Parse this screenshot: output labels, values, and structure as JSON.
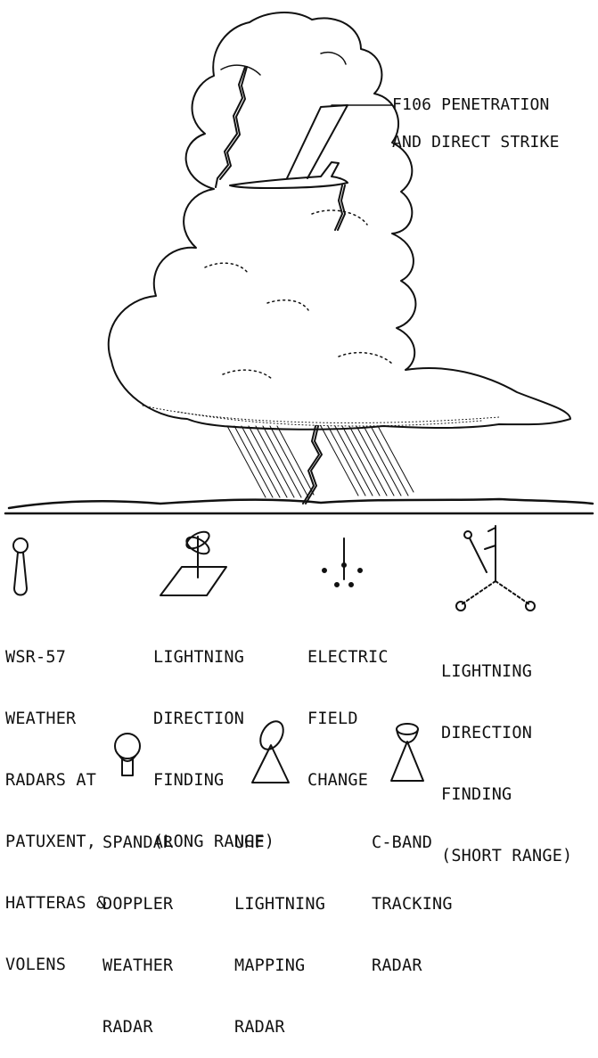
{
  "callout": {
    "line1": "F106 PENETRATION",
    "line2": "AND DIRECT STRIKE"
  },
  "instruments_row1": [
    {
      "icon": "wsr57-radar-icon",
      "lines": [
        "WSR-57",
        "WEATHER",
        "RADARS AT",
        "PATUXENT,",
        "HATTERAS &",
        "VOLENS"
      ]
    },
    {
      "icon": "lightning-df-long-range-icon",
      "lines": [
        "LIGHTNING",
        "DIRECTION",
        "FINDING",
        "(LONG RANGE)"
      ]
    },
    {
      "icon": "electric-field-change-icon",
      "lines": [
        "ELECTRIC",
        "FIELD",
        "CHANGE"
      ]
    },
    {
      "icon": "lightning-df-short-range-icon",
      "lines": [
        "LIGHTNING",
        "DIRECTION",
        "FINDING",
        "(SHORT RANGE)"
      ]
    }
  ],
  "instruments_row2": [
    {
      "icon": "spandar-doppler-radar-icon",
      "lines": [
        "SPANDAR",
        "DOPPLER",
        "WEATHER",
        "RADAR"
      ]
    },
    {
      "icon": "uhf-lightning-mapping-radar-icon",
      "lines": [
        "UHF",
        "LIGHTNING",
        "MAPPING",
        "RADAR"
      ]
    },
    {
      "icon": "c-band-tracking-radar-icon",
      "lines": [
        "C-BAND",
        "TRACKING",
        "RADAR"
      ]
    }
  ],
  "colors": {
    "ink": "#111111",
    "background": "#ffffff"
  }
}
